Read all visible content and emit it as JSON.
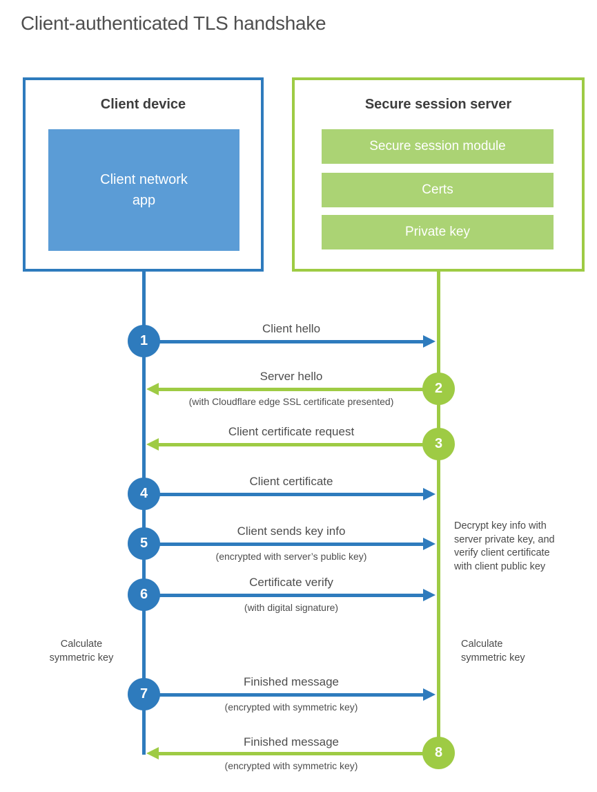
{
  "title": "Client-authenticated TLS handshake",
  "client_box": {
    "title": "Client device",
    "app": "Client network\napp"
  },
  "server_box": {
    "title": "Secure session server",
    "modules": [
      "Secure session module",
      "Certs",
      "Private key"
    ]
  },
  "steps": [
    {
      "number": "1",
      "actor": "client",
      "direction": "right",
      "label": "Client hello",
      "sublabel": ""
    },
    {
      "number": "2",
      "actor": "server",
      "direction": "left",
      "label": "Server hello",
      "sublabel": "(with Cloudflare edge SSL certificate presented)"
    },
    {
      "number": "3",
      "actor": "server",
      "direction": "left",
      "label": "Client certificate request",
      "sublabel": ""
    },
    {
      "number": "4",
      "actor": "client",
      "direction": "right",
      "label": "Client certificate",
      "sublabel": ""
    },
    {
      "number": "5",
      "actor": "client",
      "direction": "right",
      "label": "Client sends key info",
      "sublabel": "(encrypted with server’s public key)"
    },
    {
      "number": "6",
      "actor": "client",
      "direction": "right",
      "label": "Certificate verify",
      "sublabel": "(with digital signature)"
    },
    {
      "number": "7",
      "actor": "client",
      "direction": "right",
      "label": "Finished message",
      "sublabel": "(encrypted with symmetric key)"
    },
    {
      "number": "8",
      "actor": "server",
      "direction": "left",
      "label": "Finished message",
      "sublabel": "(encrypted with symmetric key)"
    }
  ],
  "annotations": {
    "decrypt_note": "Decrypt key info with\nserver private key, and\nverify client certificate\nwith client public key",
    "calc_left": "Calculate\nsymmetric key",
    "calc_right": "Calculate\nsymmetric key"
  },
  "colors": {
    "blue": "#2e7bbd",
    "blue_fill": "#5b9cd6",
    "green": "#9ecb44",
    "green_fill": "#abd374",
    "text": "#4d4d4d"
  }
}
